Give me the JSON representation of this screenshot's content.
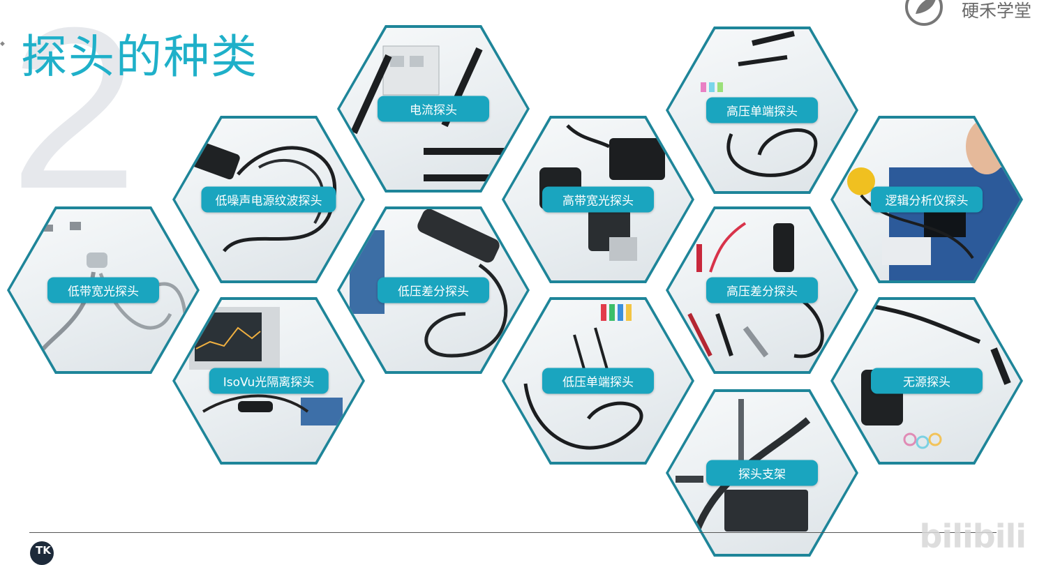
{
  "slide": {
    "number": "2",
    "title": "探头的种类"
  },
  "brand": {
    "name": "硬禾学堂"
  },
  "watermark": "bilibili",
  "corner_logo": "TK",
  "colors": {
    "accent": "#1fb0c9",
    "label_bg": "#1aa5bf",
    "hex_border": "#1e8599"
  },
  "probes": [
    {
      "label": "低带宽光探头"
    },
    {
      "label": "低噪声电源纹波探头"
    },
    {
      "label": "IsoVu光隔离探头"
    },
    {
      "label": "电流探头"
    },
    {
      "label": "低压差分探头"
    },
    {
      "label": "高带宽光探头"
    },
    {
      "label": "低压单端探头"
    },
    {
      "label": "高压单端探头"
    },
    {
      "label": "高压差分探头"
    },
    {
      "label": "探头支架"
    },
    {
      "label": "逻辑分析仪探头"
    },
    {
      "label": "无源探头"
    }
  ]
}
